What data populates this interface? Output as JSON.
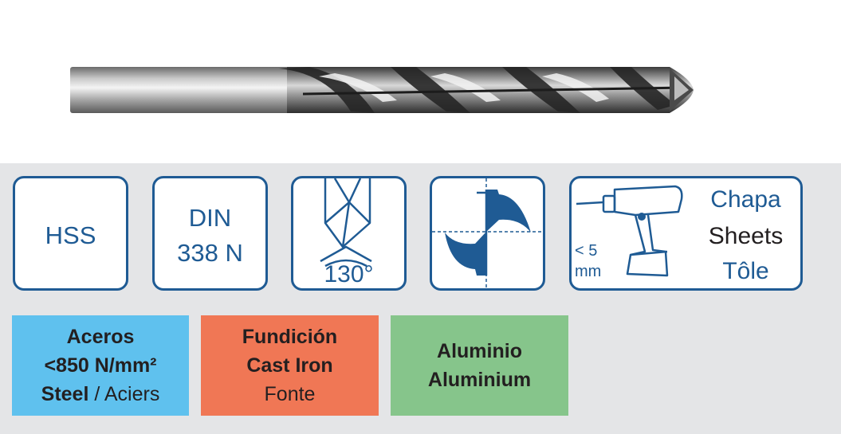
{
  "icons": {
    "material": {
      "label": "HSS"
    },
    "standard": {
      "line1": "DIN",
      "line2": "338 N"
    },
    "point_angle": {
      "label": "130°"
    },
    "sheet": {
      "thickness_line1": "< 5",
      "thickness_line2": "mm",
      "label_es": "Chapa",
      "label_en": "Sheets",
      "label_fr": "Tôle"
    }
  },
  "materials": {
    "steel": {
      "line1": "Aceros",
      "line2": "<850 N/mm²",
      "line3_bold": "Steel",
      "line3_sep": " / ",
      "line3_regular": "Aciers"
    },
    "cast_iron": {
      "line1": "Fundición",
      "line2": "Cast Iron",
      "line3": "Fonte"
    },
    "aluminium": {
      "line1": "Aluminio",
      "line2": "Aluminium"
    }
  },
  "colors": {
    "brand_blue": "#1f5b94",
    "steel": "#5fc1ee",
    "cast_iron": "#f07755",
    "aluminium": "#86c58b",
    "background": "#e4e5e7"
  }
}
